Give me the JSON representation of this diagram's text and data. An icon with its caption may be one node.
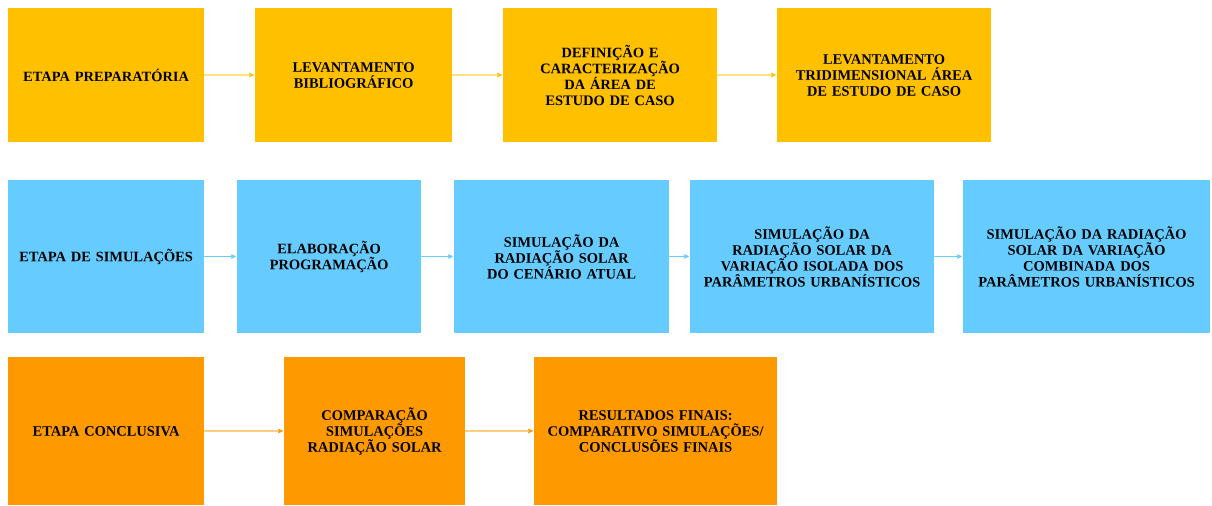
{
  "diagram": {
    "nodes": [
      {
        "text": [
          "ETAPA PREPARATÓRIA"
        ]
      },
      {
        "text": [
          "LEVANTAMENTO BIBLIOGRÁFICO"
        ]
      },
      {
        "text": [
          "DEFINIÇÃO E CARACTERIZAÇÃO DA ÁREA DE ESTUDO DE CASO"
        ]
      },
      {
        "text": [
          "LEVANTAMENTO TRIDIMENSIONAL ÁREA DE ESTUDO DE CASO"
        ]
      },
      {
        "text": [
          "ETAPA DE SIMULAÇÕES"
        ]
      },
      {
        "text": [
          "ELABORAÇÃO PROGRAMAÇÃO"
        ]
      },
      {
        "text": [
          "SIMULAÇÃO DA RADIAÇÃO SOLAR DO CENÁRIO ATUAL"
        ]
      },
      {
        "text": [
          "SIMULAÇÃO DA RADIAÇÃO SOLAR DA VARIAÇÃO ISOLADA DOS PARÂMETROS URBANÍSTICOS"
        ]
      },
      {
        "text": [
          "SIMULAÇÃO DA RADIAÇÃO SOLAR DA VARIAÇÃO COMBINADA DOS PARÂMETROS URBANÍSTICOS"
        ]
      },
      {
        "text": [
          "ETAPA CONCLUSIVA"
        ]
      },
      {
        "text": [
          "COMPARAÇÃO SIMULAÇÕES RADIAÇÃO SOLAR"
        ]
      },
      {
        "text": [
          "RESULTADOS FINAIS: COMPARATIVO SIMULAÇÕES/ CONCLUSÕES FINAIS"
        ]
      }
    ],
    "edges": [
      {
        "from": 0,
        "to": 1,
        "arrow": "to",
        "color": "#ffc000"
      },
      {
        "from": 1,
        "to": 2,
        "arrow": "to",
        "color": "#ffc000"
      },
      {
        "from": 2,
        "to": 3,
        "arrow": "to",
        "color": "#ffc000"
      },
      {
        "from": 4,
        "to": 5,
        "arrow": "to",
        "color": "#66ccff"
      },
      {
        "from": 5,
        "to": 6,
        "arrow": "to",
        "color": "#66ccff"
      },
      {
        "from": 6,
        "to": 7,
        "arrow": "to",
        "color": "#66ccff"
      },
      {
        "from": 7,
        "to": 8,
        "arrow": "to",
        "color": "#66ccff"
      },
      {
        "from": 9,
        "to": 10,
        "arrow": "to",
        "color": "#ff9900"
      },
      {
        "from": 10,
        "to": 11,
        "arrow": "to",
        "color": "#ff9900"
      }
    ]
  }
}
